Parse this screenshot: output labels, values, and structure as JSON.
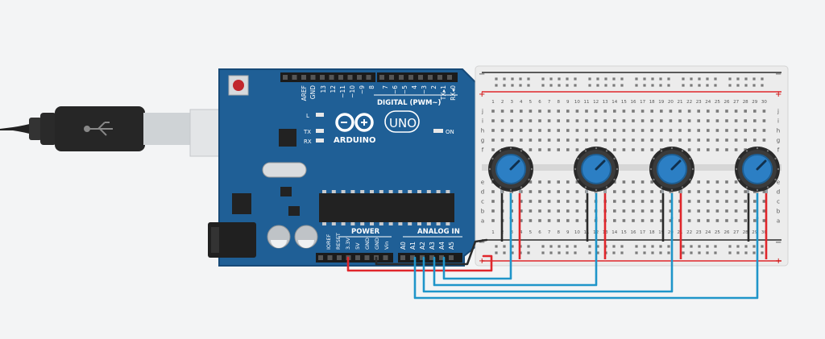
{
  "board": {
    "brand": "ARDUINO",
    "model": "UNO",
    "digital_label": "DIGITAL (PWM~)",
    "power_label": "POWER",
    "analog_label": "ANALOG IN",
    "on_label": "ON",
    "led_l": "L",
    "led_tx": "TX",
    "led_rx": "RX",
    "digital_pins": [
      "AREF",
      "GND",
      "13",
      "12",
      "~11",
      "~10",
      "~9",
      "8",
      "7",
      "~6",
      "~5",
      "4",
      "~3",
      "2",
      "TX▸1",
      "RX◂0"
    ],
    "power_pins": [
      "IOREF",
      "RESET",
      "3.3V",
      "5V",
      "GND",
      "GND",
      "Vin"
    ],
    "analog_pins": [
      "A0",
      "A1",
      "A2",
      "A3",
      "A4",
      "A5"
    ]
  },
  "breadboard": {
    "rows": [
      "a",
      "b",
      "c",
      "d",
      "e",
      "f",
      "g",
      "h",
      "i",
      "j"
    ],
    "columns": [
      "1",
      "2",
      "3",
      "4",
      "5",
      "6",
      "7",
      "8",
      "9",
      "10",
      "11",
      "12",
      "13",
      "14",
      "15",
      "16",
      "17",
      "18",
      "19",
      "20",
      "21",
      "22",
      "23",
      "24",
      "25",
      "26",
      "27",
      "28",
      "29",
      "30"
    ],
    "rail_minus": "−",
    "rail_plus": "+"
  },
  "colors": {
    "board": "#1f5f96",
    "board_edge": "#174a78",
    "wire_red": "#e0262b",
    "wire_black": "#2a2a2a",
    "wire_blue": "#1f95c9",
    "knob": "#2c7fc4"
  }
}
